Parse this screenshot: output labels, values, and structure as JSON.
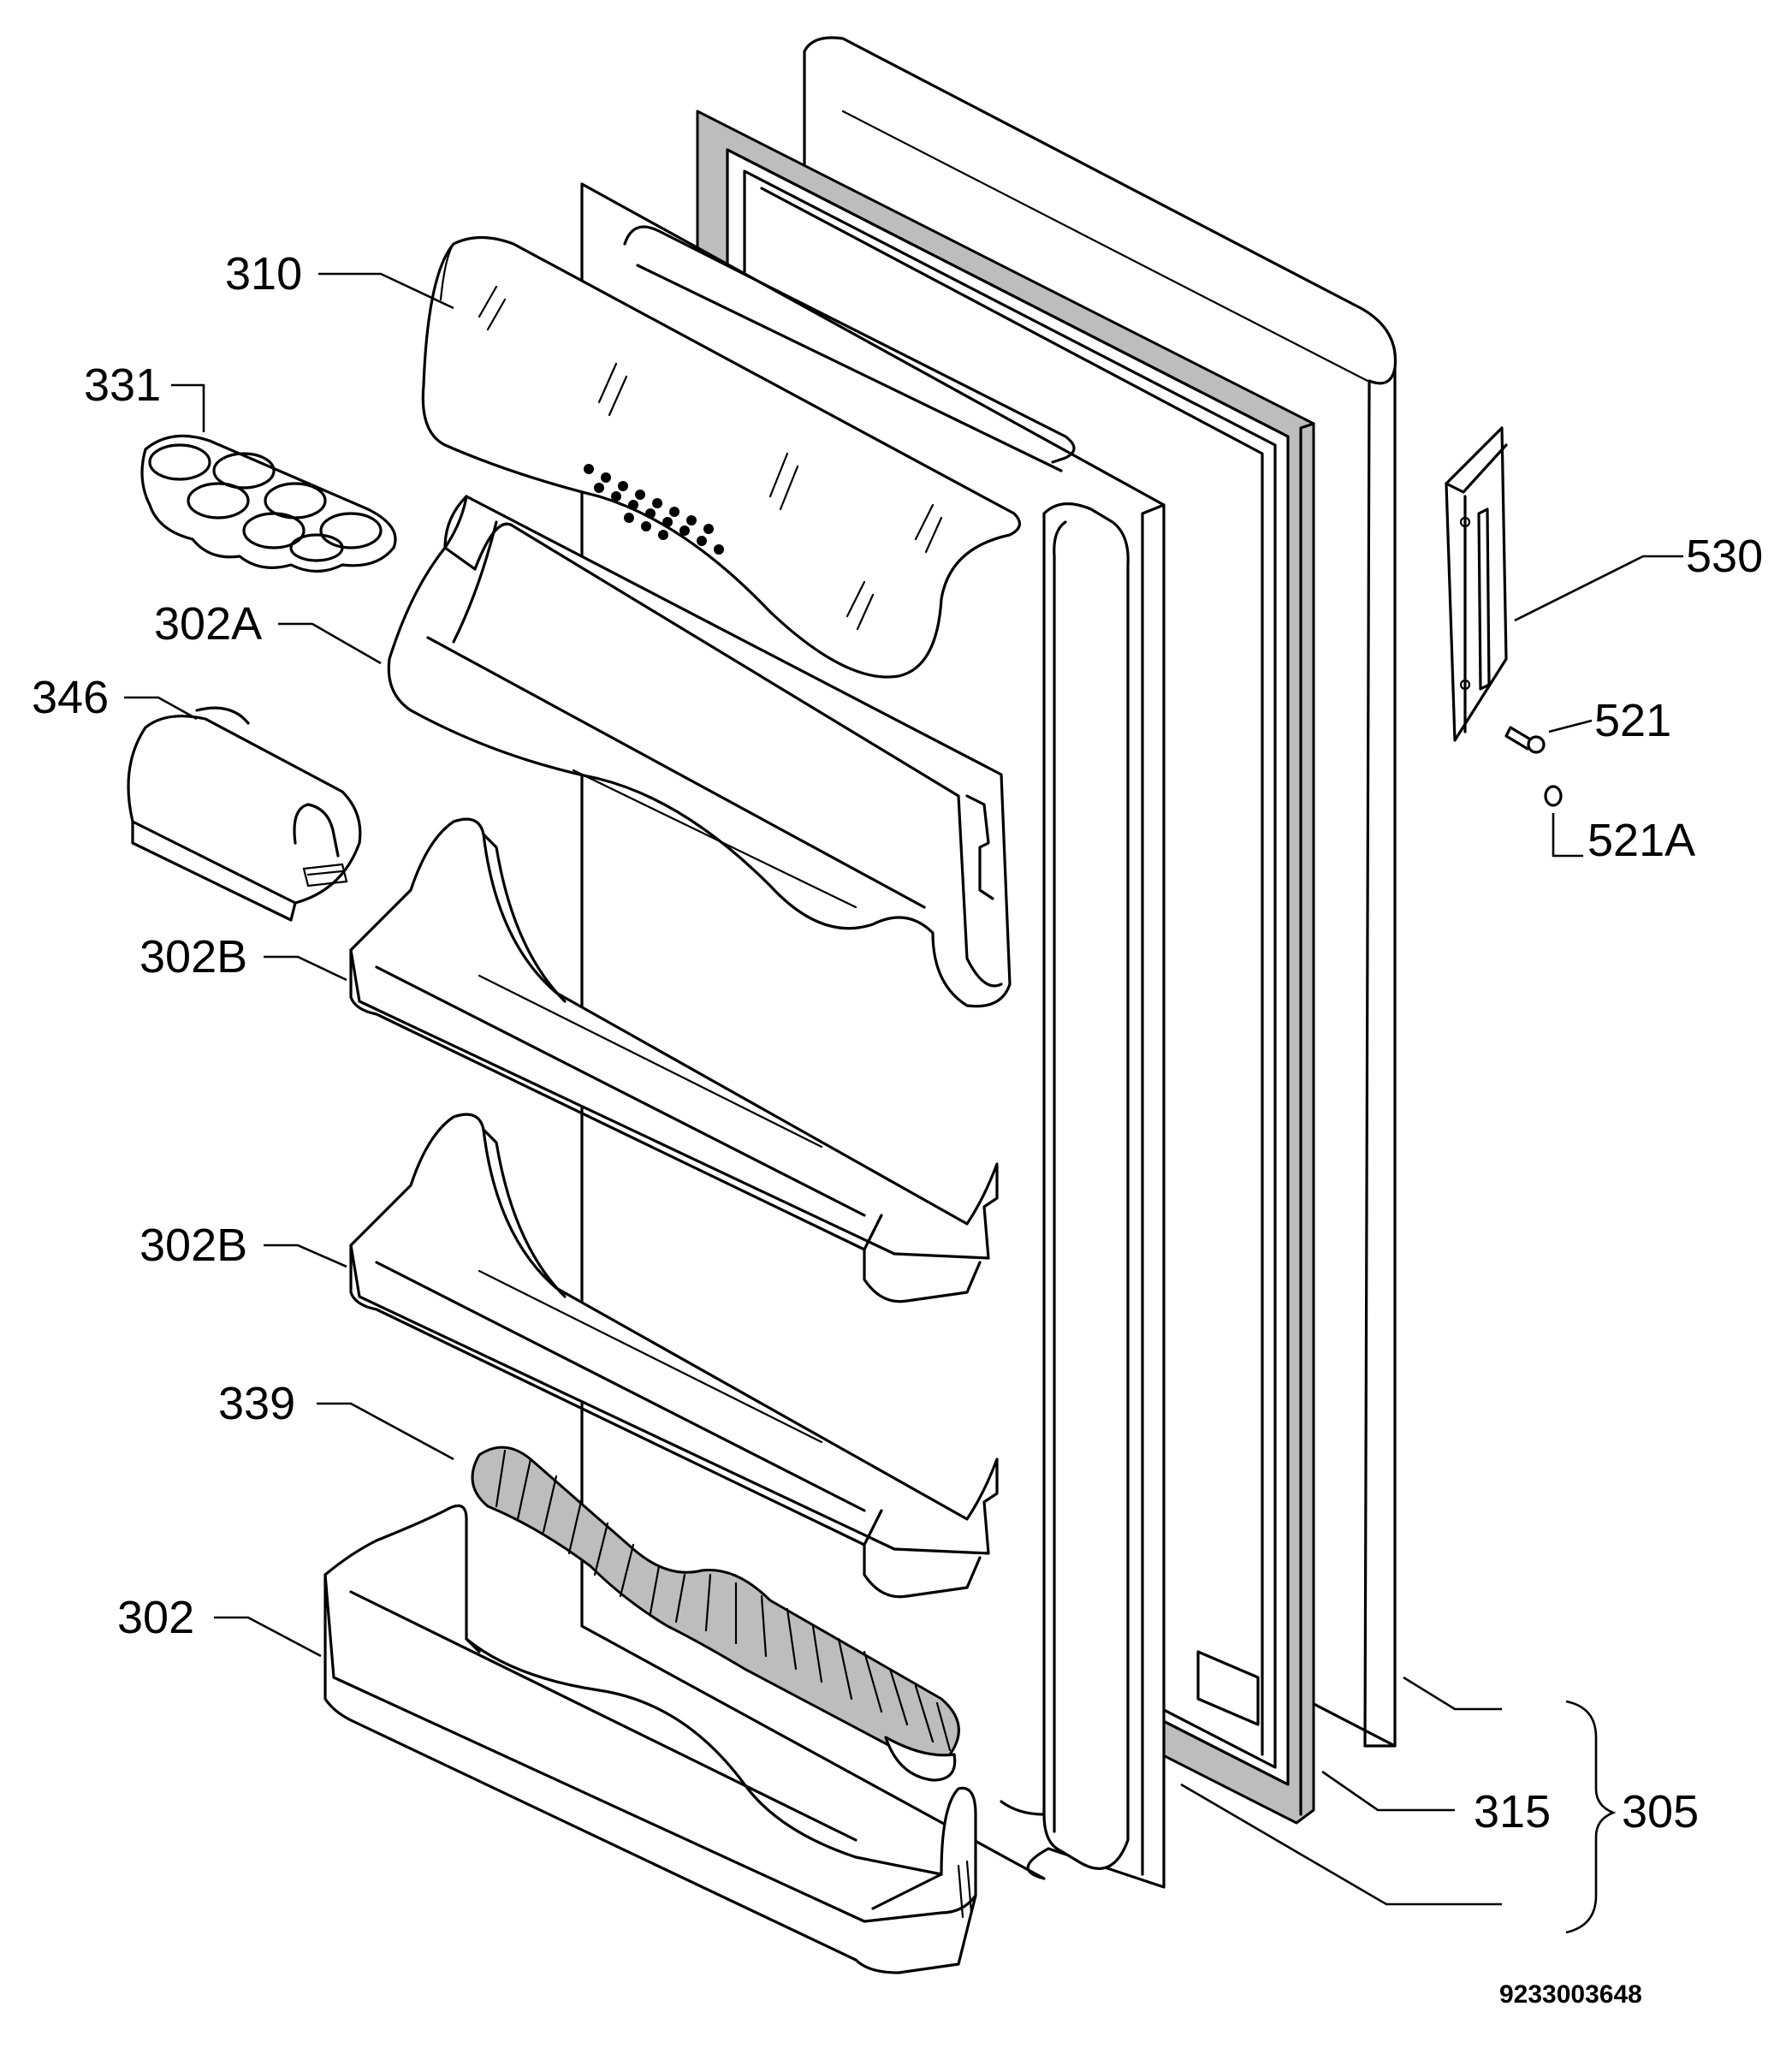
{
  "parts": {
    "p310": "310",
    "p331": "331",
    "p302A": "302A",
    "p346": "346",
    "p302B_upper": "302B",
    "p302B_lower": "302B",
    "p339": "339",
    "p302": "302",
    "p530": "530",
    "p521": "521",
    "p521A": "521A",
    "p315": "315",
    "p305": "305"
  },
  "drawing_number": "9233003648"
}
